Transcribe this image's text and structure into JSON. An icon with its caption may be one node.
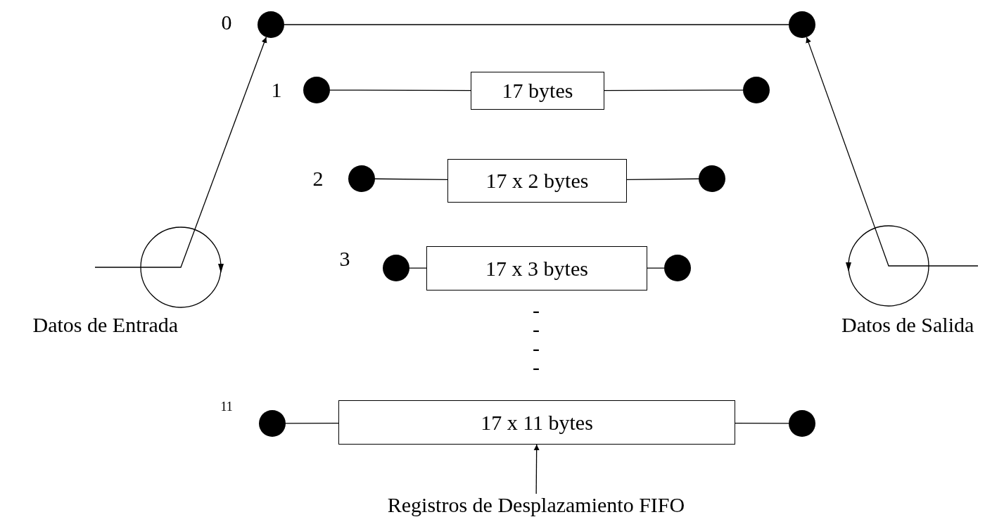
{
  "diagram": {
    "nodes": [
      {
        "text": [],
        "shape": "circle",
        "beside": [
          "0"
        ]
      },
      {
        "text": [],
        "shape": "circle"
      },
      {
        "text": [],
        "shape": "circle",
        "beside": [
          "1"
        ]
      },
      {
        "text": [
          "17 bytes"
        ]
      },
      {
        "text": [],
        "shape": "circle"
      },
      {
        "text": [],
        "shape": "circle",
        "beside": [
          "2"
        ]
      },
      {
        "text": [
          "17 x 2 bytes"
        ]
      },
      {
        "text": [],
        "shape": "circle"
      },
      {
        "text": [],
        "shape": "circle",
        "beside": [
          "3"
        ]
      },
      {
        "text": [
          "17 x 3 bytes"
        ]
      },
      {
        "text": [],
        "shape": "circle"
      },
      {
        "text": [],
        "shape": "circle",
        "beside": [
          "11"
        ]
      },
      {
        "text": [
          "17 x 11 bytes"
        ]
      },
      {
        "text": [],
        "shape": "circle"
      },
      {
        "text": [],
        "shape": "circle",
        "beside": [
          "Datos de Entrada"
        ]
      },
      {
        "text": [],
        "shape": "circle",
        "beside": [
          "Datos de Salida"
        ]
      },
      {
        "text": [
          "Registros de Desplazamiento FIFO"
        ]
      }
    ],
    "edges": [
      {
        "from": 0,
        "to": 1,
        "arrow": "none"
      },
      {
        "from": 2,
        "to": 3,
        "arrow": "none"
      },
      {
        "from": 3,
        "to": 4,
        "arrow": "none"
      },
      {
        "from": 5,
        "to": 6,
        "arrow": "none"
      },
      {
        "from": 6,
        "to": 7,
        "arrow": "none"
      },
      {
        "from": 8,
        "to": 9,
        "arrow": "none"
      },
      {
        "from": 9,
        "to": 10,
        "arrow": "none"
      },
      {
        "from": 11,
        "to": 12,
        "arrow": "none"
      },
      {
        "from": 12,
        "to": 13,
        "arrow": "none"
      },
      {
        "from": 14,
        "to": 0,
        "arrow": "to"
      },
      {
        "from": 15,
        "to": 1,
        "arrow": "to"
      },
      {
        "from": null,
        "to": 14,
        "arrow": "none"
      },
      {
        "from": 15,
        "to": null,
        "arrow": "none"
      },
      {
        "from": 16,
        "to": 12,
        "arrow": "to"
      }
    ],
    "labels": [
      "-",
      "-",
      "-",
      "-"
    ]
  }
}
